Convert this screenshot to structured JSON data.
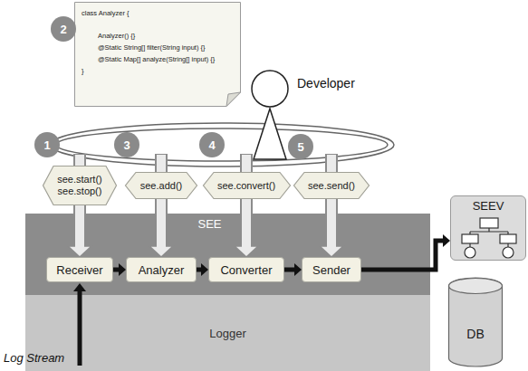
{
  "diagram": {
    "nodes": [
      {
        "text": [
          "class Analyzer {",
          "Analyzer() {}",
          "@Static String[] filter(String input) {}",
          "@Static Map[] analyze(String[] input) {}",
          "}"
        ]
      },
      {
        "text": [
          "see.start()",
          "see.stop()"
        ]
      },
      {
        "text": [
          "see.add()"
        ]
      },
      {
        "text": [
          "see.convert()"
        ]
      },
      {
        "text": [
          "see.send()"
        ]
      },
      {
        "text": [
          "SEE"
        ]
      },
      {
        "text": [
          "Receiver"
        ],
        "in": 5
      },
      {
        "text": [
          "Analyzer"
        ],
        "in": 5
      },
      {
        "text": [
          "Converter"
        ],
        "in": 5
      },
      {
        "text": [
          "Sender"
        ],
        "in": 5
      },
      {
        "text": [
          "Logger"
        ]
      },
      {
        "text": [
          "SEEV"
        ]
      },
      {
        "text": [
          "DB"
        ]
      }
    ],
    "edges": [
      {
        "from": 1,
        "to": 6,
        "arrow": "to"
      },
      {
        "from": 2,
        "to": 7,
        "arrow": "to"
      },
      {
        "from": 3,
        "to": 8,
        "arrow": "to"
      },
      {
        "from": 4,
        "to": 9,
        "arrow": "to"
      },
      {
        "from": 6,
        "to": 7,
        "arrow": "to"
      },
      {
        "from": 7,
        "to": 8,
        "arrow": "to"
      },
      {
        "from": 8,
        "to": 9,
        "arrow": "to"
      },
      {
        "from": 9,
        "to": 11,
        "arrow": "to"
      }
    ],
    "labels": [
      "1",
      "2",
      "3",
      "4",
      "5",
      "Developer",
      "Log Stream"
    ]
  }
}
